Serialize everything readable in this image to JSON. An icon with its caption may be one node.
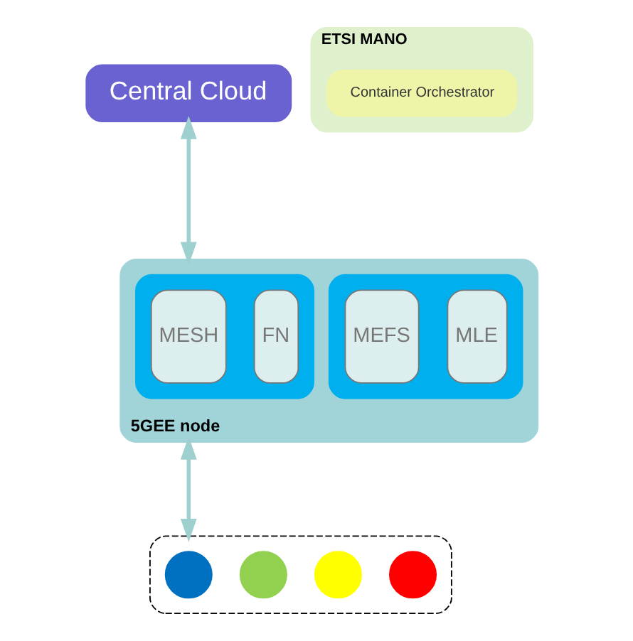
{
  "diagram": {
    "nodes": [
      {
        "text": [
          "Central Cloud"
        ]
      },
      {
        "text": [
          "ETSI MANO"
        ]
      },
      {
        "text": [
          "Container Orchestrator"
        ],
        "in": 1
      },
      {
        "text": [
          "5GEE node"
        ]
      },
      {
        "text": [],
        "shape": "box",
        "in": 3
      },
      {
        "text": [
          "MESH"
        ],
        "in": 4
      },
      {
        "text": [
          "FN"
        ],
        "in": 4
      },
      {
        "text": [],
        "shape": "box",
        "in": 3
      },
      {
        "text": [
          "MEFS"
        ],
        "in": 7
      },
      {
        "text": [
          "MLE"
        ],
        "in": 7
      },
      {
        "text": [],
        "shape": "box"
      },
      {
        "text": [],
        "shape": "circle",
        "in": 10
      },
      {
        "text": [],
        "shape": "circle",
        "in": 10
      },
      {
        "text": [],
        "shape": "circle",
        "in": 10
      },
      {
        "text": [],
        "shape": "circle",
        "in": 10
      }
    ],
    "edges": [
      {
        "from": 0,
        "to": 3,
        "arrow": "both"
      },
      {
        "from": 3,
        "to": 10,
        "arrow": "both"
      }
    ]
  }
}
